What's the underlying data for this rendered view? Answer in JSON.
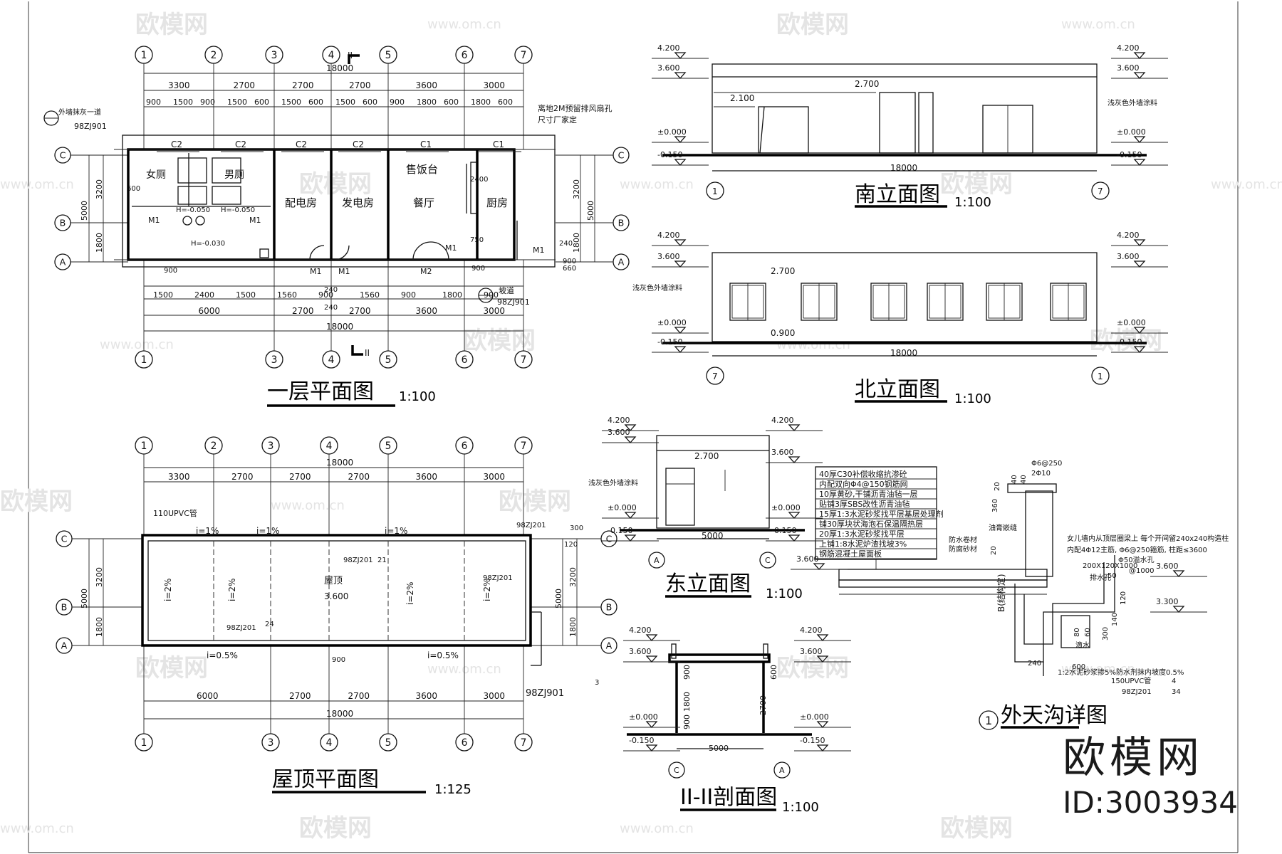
{
  "watermark": {
    "text": "欧模网",
    "url": "www.om.cn"
  },
  "brand": {
    "name": "欧模网",
    "id": "ID:3003934"
  },
  "ground_floor": {
    "title": "一层平面图",
    "scale": "1:100",
    "axes": [
      "1",
      "2",
      "3",
      "4",
      "5",
      "6",
      "7"
    ],
    "bottom_axes": [
      "1",
      "3",
      "4",
      "5",
      "6",
      "7"
    ],
    "row_axes": [
      "C",
      "B",
      "A"
    ],
    "spans_top": [
      "3300",
      "2700",
      "2700",
      "2700",
      "3600",
      "3000"
    ],
    "total": "18000",
    "subdims_top": [
      "900",
      "1500",
      "900",
      "1500",
      "600",
      "1500",
      "600",
      "1500",
      "600",
      "900",
      "1800",
      "600",
      "1800",
      "600"
    ],
    "spans_bottom": [
      "6000",
      "2700",
      "2700",
      "3600",
      "3000"
    ],
    "subdims_bottom": [
      "1500",
      "2400",
      "1500",
      "1560",
      "900",
      "1560",
      "900",
      "1800",
      "900"
    ],
    "vdims": [
      "3200",
      "1800",
      "5000"
    ],
    "windows": [
      "C2",
      "C2",
      "C2",
      "C2",
      "C1",
      "C1"
    ],
    "doors": [
      "M1",
      "M1",
      "M1",
      "M1",
      "M2",
      "M1",
      "M1"
    ],
    "rooms": [
      "女厕",
      "男厕",
      "配电房",
      "发电房",
      "餐厅",
      "厨房",
      "售饭台"
    ],
    "levels": [
      "H=-0.050",
      "H=-0.050",
      "H=-0.030"
    ],
    "section_mark": "II",
    "notes": [
      "离地2M预留排风扇孔",
      "尺寸厂家定",
      "98ZJ901",
      "98ZJ901",
      "坡道",
      "外墙抹灰一道"
    ],
    "misc": [
      "600",
      "900",
      "240",
      "2400",
      "750",
      "900",
      "240",
      "660",
      "900",
      "240"
    ]
  },
  "south_elev": {
    "title": "南立面图",
    "scale": "1:100",
    "levels": [
      "4.200",
      "3.600",
      "±0.000",
      "-0.150",
      "4.200",
      "3.600",
      "±0.000",
      "-0.150"
    ],
    "marks": [
      "2.700",
      "2.100"
    ],
    "dim": "18000",
    "axes": [
      "1",
      "7"
    ],
    "note": "浅灰色外墙涂料"
  },
  "north_elev": {
    "title": "北立面图",
    "scale": "1:100",
    "levels": [
      "4.200",
      "3.600",
      "±0.000",
      "-0.150",
      "4.200",
      "3.600",
      "±0.000",
      "-0.150"
    ],
    "marks": [
      "2.700",
      "0.900"
    ],
    "dim": "18000",
    "axes": [
      "7",
      "1"
    ],
    "note": "浅灰色外墙涂料"
  },
  "east_elev": {
    "title": "东立面图",
    "scale": "1:100",
    "levels": [
      "4.200",
      "3.600",
      "±0.000",
      "-0.150",
      "4.200",
      "3.600",
      "±0.000",
      "-0.150"
    ],
    "marks": [
      "2.700"
    ],
    "dim": "5000",
    "axes": [
      "A",
      "C"
    ],
    "note": "浅灰色外墙涂料"
  },
  "roof_plan": {
    "title": "屋顶平面图",
    "scale": "1:125",
    "axes": [
      "1",
      "2",
      "3",
      "4",
      "5",
      "6",
      "7"
    ],
    "bottom_axes": [
      "1",
      "3",
      "4",
      "5",
      "6",
      "7"
    ],
    "row_axes": [
      "C",
      "B",
      "A"
    ],
    "spans_top": [
      "3300",
      "2700",
      "2700",
      "2700",
      "3600",
      "3000"
    ],
    "spans_bottom": [
      "6000",
      "2700",
      "2700",
      "3600",
      "3000"
    ],
    "total": "18000",
    "vdims": [
      "3200",
      "1800",
      "5000"
    ],
    "slopes": [
      "i=2%",
      "i=2%",
      "i=2%",
      "i=2%",
      "i=1%",
      "i=1%",
      "i=1%",
      "i=0.5%",
      "i=0.5%"
    ],
    "labels": [
      "110UPVC管",
      "屋顶",
      "3.600",
      "98ZJ201",
      "98ZJ201",
      "98ZJ201",
      "98ZJ201",
      "98ZJ901"
    ],
    "misc": [
      "300",
      "120",
      "900",
      "3",
      "21",
      "24"
    ]
  },
  "section": {
    "title": "II-II剖面图",
    "scale": "1:100",
    "levels": [
      "4.200",
      "3.600",
      "±0.000",
      "-0.150",
      "4.200",
      "3.600",
      "±0.000",
      "-0.150"
    ],
    "dims": [
      "1800",
      "900",
      "2700",
      "5000",
      "900",
      "600"
    ],
    "axes": [
      "C",
      "A"
    ]
  },
  "gutter_detail": {
    "title": "外天沟详图",
    "number": "1",
    "layers": [
      "40厚C30补偿收缩抗渗砼",
      "内配双向Φ4@150钢筋网",
      "10厚黄砂,干铺沥青油毡一层",
      "贴铺3厚SBS改性沥青油毡",
      "15厚1:3水泥砂浆找平层基层处理剂",
      "铺30厚块状海泡石保温隔热层",
      "20厚1:3水泥砂浆找平层",
      "上铺1:8水泥炉渣找坡3%",
      "钢筋混凝土屋面板"
    ],
    "notes": [
      "女儿墙内从顶层圈梁上 每个开间留240x240构造柱",
      "内配4Φ12主筋, Φ6@250箍筋, 柱距≤3600",
      "200X120X1000",
      "排水孔",
      "Φ50溢水孔",
      "@1000",
      "Φ6@250",
      "2Φ10",
      "油膏嵌缝",
      "防水卷材",
      "防腐砂材",
      "滴水",
      "1:2水泥砂浆掺5%防水剂抹内坡度0.5%",
      "150UPVC管",
      "98ZJ201",
      "B(结构定)"
    ],
    "levels": [
      "3.600",
      "3.600",
      "3.300"
    ],
    "dims": [
      "240",
      "600",
      "80",
      "60",
      "300",
      "140",
      "120",
      "50",
      "20",
      "360",
      "40",
      "40",
      "20",
      "4",
      "34"
    ]
  }
}
